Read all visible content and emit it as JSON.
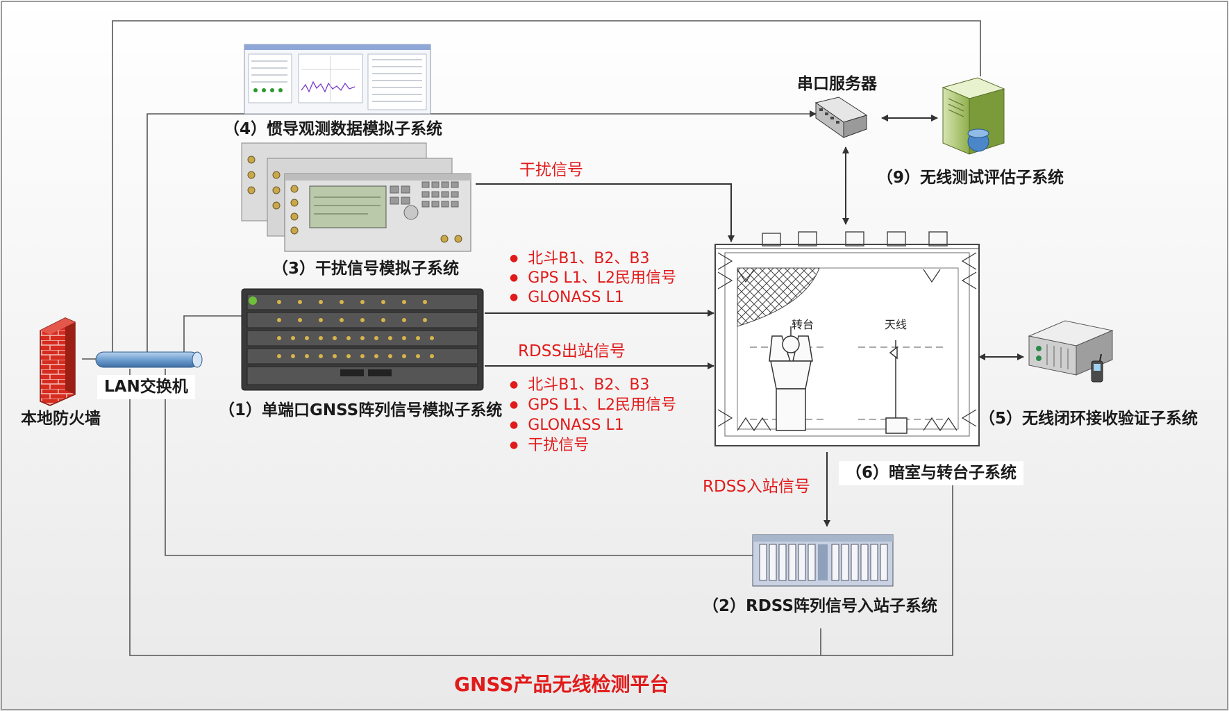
{
  "colors": {
    "accent_red": "#e11a1a",
    "line": "#444444",
    "background": "#ffffff"
  },
  "platform_title": "GNSS产品无线检测平台",
  "nodes": {
    "firewall": {
      "label": "本地防火墙",
      "icon": "firewall-icon"
    },
    "lan_switch": {
      "label": "LAN交换机",
      "icon": "lan-pipe-icon"
    },
    "sub1": {
      "label": "（1）单端口GNSS阵列信号模拟子系统",
      "icon": "rack-icon"
    },
    "sub2": {
      "label": "（2）RDSS阵列信号入站子系统",
      "icon": "rack-unit-icon"
    },
    "sub3": {
      "label": "（3）干扰信号模拟子系统",
      "icon": "signal-generator-icon"
    },
    "sub4": {
      "label": "（4）惯导观测数据模拟子系统",
      "icon": "software-screen-icon"
    },
    "sub5": {
      "label": "（5）无线闭环接收验证子系统",
      "icon": "server-phone-icon"
    },
    "sub6": {
      "label": "（6）暗室与转台子系统",
      "icon": "anechoic-chamber-icon"
    },
    "sub9": {
      "label": "（9）无线测试评估子系统",
      "icon": "tower-server-icon"
    },
    "serial_server": {
      "label": "串口服务器",
      "icon": "serial-server-icon"
    }
  },
  "chamber": {
    "turntable": "转台",
    "antenna": "天线"
  },
  "signals": {
    "interference": "干扰信号",
    "rdss_out": "RDSS出站信号",
    "rdss_in": "RDSS入站信号",
    "list_upper": [
      "北斗B1、B2、B3",
      "GPS L1、L2民用信号",
      "GLONASS L1"
    ],
    "list_lower": [
      "北斗B1、B2、B3",
      "GPS L1、L2民用信号",
      "GLONASS L1",
      "干扰信号"
    ]
  }
}
